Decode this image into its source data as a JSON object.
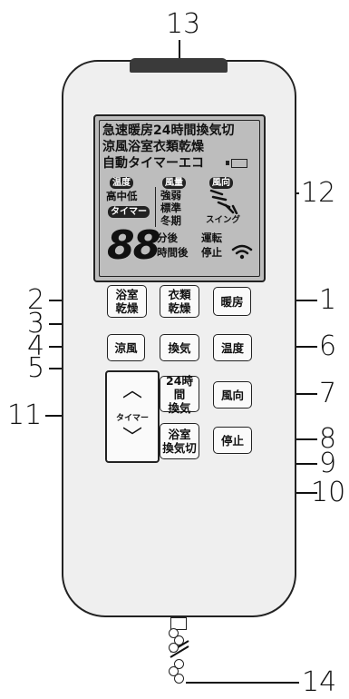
{
  "callouts": [
    "13",
    "12",
    "1",
    "2",
    "3",
    "4",
    "5",
    "6",
    "7",
    "8",
    "9",
    "10",
    "11",
    "14"
  ],
  "lcd": {
    "row1": "急速暖房24時間換気切",
    "row2": "涼風浴室衣類乾燥",
    "row3": "自動タイマーエコ",
    "tag_temp": "温度",
    "tag_air": "風量",
    "tag_dir": "風向",
    "tag_timer": "タイマー",
    "levels": "高中低",
    "air_strength": "強弱",
    "air_standard": "標準",
    "air_winter": "冬期",
    "swing": "スイング",
    "digits": "88",
    "minutes_after": "分後",
    "hours_after": "時間後",
    "running": "運転",
    "stopped": "停止"
  },
  "buttons": {
    "bath_dry": "浴室\n乾燥",
    "clothes_dry": "衣類\n乾燥",
    "heating": "暖房",
    "cool_air": "涼風",
    "ventilate": "換気",
    "temperature": "温度",
    "vent_24h": "24時間\n換気",
    "air_direction": "風向",
    "bath_vent_off": "浴室\n換気切",
    "stop": "停止",
    "timer": "タイマー",
    "up_arrow": "︿",
    "down_arrow": "﹀"
  }
}
